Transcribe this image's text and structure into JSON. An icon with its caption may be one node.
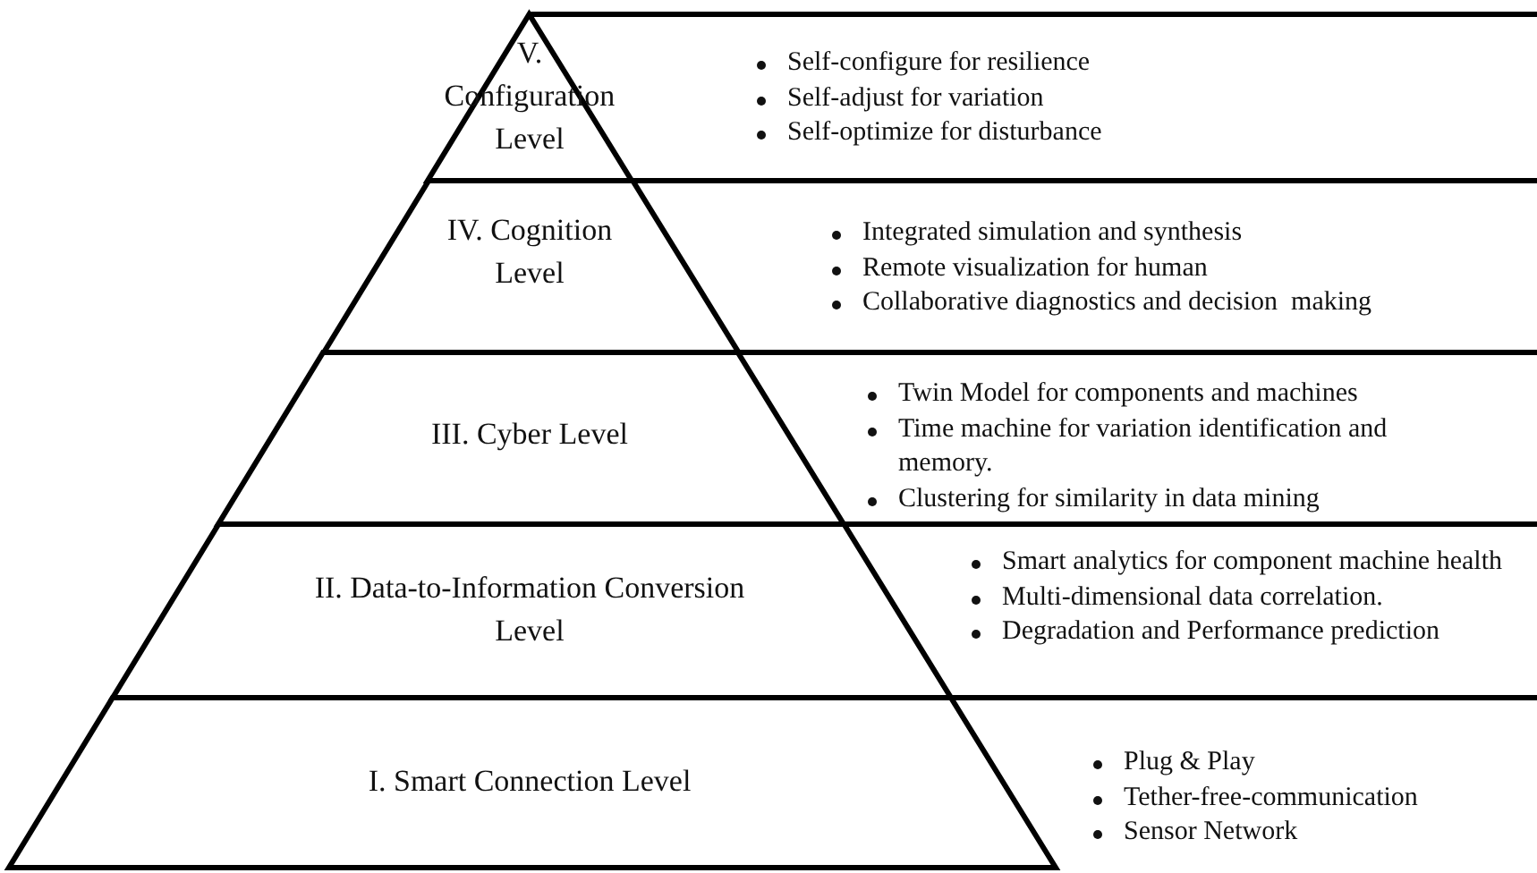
{
  "diagram": {
    "nodes": [
      {
        "text": [
          "V. Configuration Level"
        ],
        "beside": [
          "Self-configure for resilience",
          "Self-adjust for variation",
          "Self-optimize for disturbance"
        ]
      },
      {
        "text": [
          "IV. Cognition Level"
        ],
        "beside": [
          "Integrated simulation and synthesis",
          "Remote visualization for human",
          "Collaborative diagnostics and decision  making"
        ]
      },
      {
        "text": [
          "III. Cyber Level"
        ],
        "beside": [
          "Twin Model for components and machines",
          "Time machine for variation identification and memory.",
          "Clustering for similarity in data mining"
        ]
      },
      {
        "text": [
          "II. Data-to-Information Conversion Level"
        ],
        "beside": [
          "Smart analytics for component machine health",
          "Multi-dimensional data correlation.",
          "Degradation and Performance prediction"
        ]
      },
      {
        "text": [
          "I. Smart Connection Level"
        ],
        "beside": [
          "Plug & Play",
          "Tether-free-communication",
          "Sensor Network"
        ]
      }
    ]
  }
}
